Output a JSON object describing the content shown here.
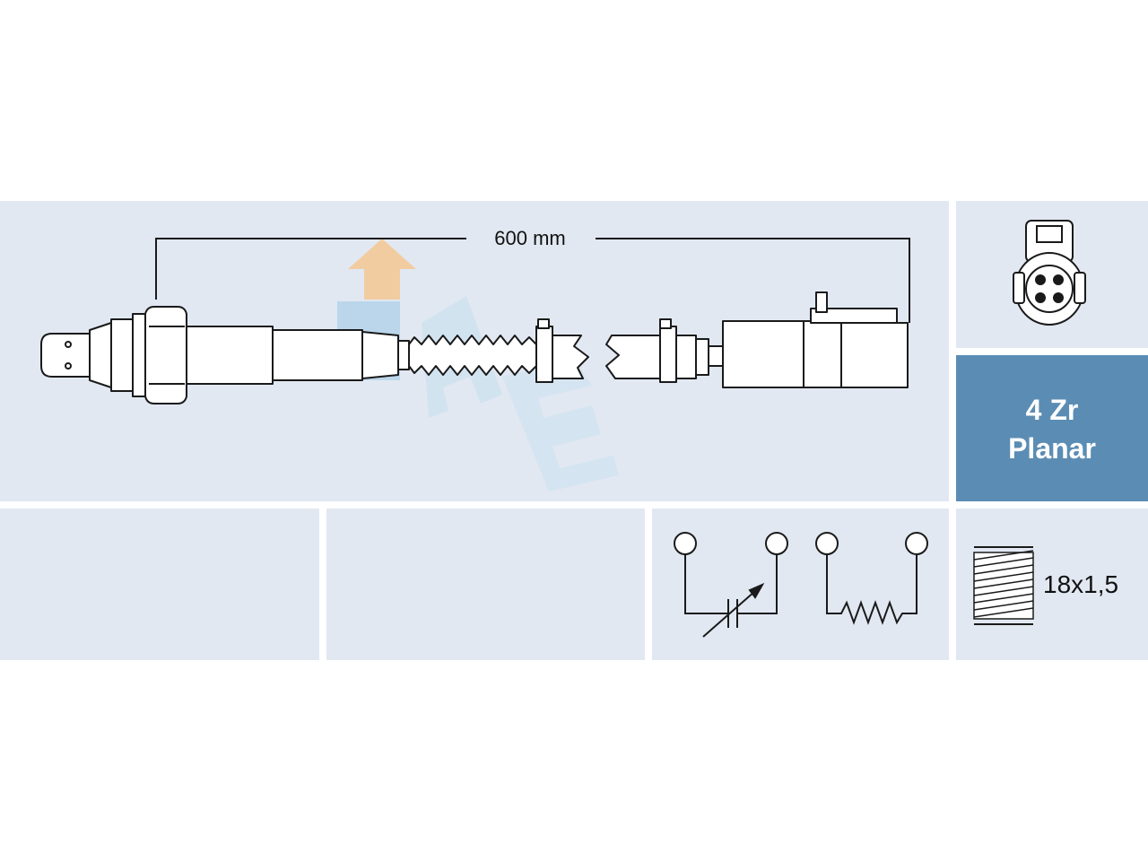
{
  "length": {
    "label": "600 mm"
  },
  "sensor_type": {
    "line1": "4 Zr",
    "line2": "Planar"
  },
  "thread": {
    "label": "18x1,5"
  },
  "colors": {
    "panel": "#e1e8f2",
    "accent": "#5b8db4",
    "line": "#1a1a1a",
    "watermark_orange": "#f6c894",
    "watermark_blue": "#b5d4ea"
  },
  "icons": {
    "connector": "four-pin-connector-icon",
    "thread": "thread-icon",
    "sensor_symbol": "variable-resistor-icon",
    "heater_symbol": "resistor-heater-icon",
    "watermark": "fae-logo-watermark"
  }
}
